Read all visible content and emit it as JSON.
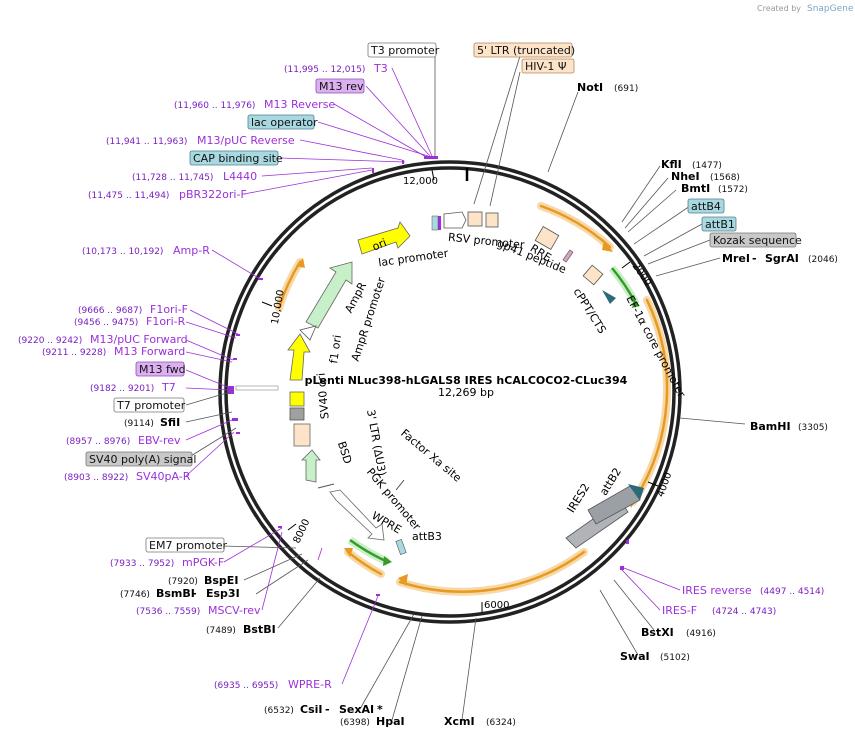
{
  "plasmid": {
    "name": "pLenti NLuc398-hLGALS8 IRES hCALCOCO2-CLuc394",
    "size": "12,269 bp"
  },
  "credit": {
    "prefix": "Created by",
    "brand": "SnapGene"
  },
  "ticks": [
    "12,000",
    "2000",
    "4000",
    "6000",
    "8000",
    "10,000"
  ],
  "boxed_labels": [
    {
      "id": "t3-promoter",
      "text": "T3 promoter",
      "style": "white"
    },
    {
      "id": "ltr-trunc",
      "text": "5' LTR (truncated)",
      "style": "peach"
    },
    {
      "id": "hiv-psi",
      "text": "HIV-1 Ψ",
      "style": "peach"
    },
    {
      "id": "m13-rev",
      "text": "M13 rev",
      "style": "purple"
    },
    {
      "id": "lac-operator",
      "text": "lac operator",
      "style": "teal"
    },
    {
      "id": "cap-site",
      "text": "CAP binding site",
      "style": "teal"
    },
    {
      "id": "attb4",
      "text": "attB4",
      "style": "teal"
    },
    {
      "id": "attb1",
      "text": "attB1",
      "style": "teal"
    },
    {
      "id": "kozak",
      "text": "Kozak sequence",
      "style": "gray"
    },
    {
      "id": "m13-fwd",
      "text": "M13 fwd",
      "style": "purple"
    },
    {
      "id": "t7-promoter",
      "text": "T7 promoter",
      "style": "white"
    },
    {
      "id": "sv40-polya",
      "text": "SV40 poly(A) signal",
      "style": "gray"
    },
    {
      "id": "em7-promoter",
      "text": "EM7 promoter",
      "style": "white"
    }
  ],
  "primers": [
    {
      "pos": "(11,995 .. 12,015)",
      "name": "T3"
    },
    {
      "pos": "(11,960 .. 11,976)",
      "name": "M13 Reverse"
    },
    {
      "pos": "(11,941 .. 11,963)",
      "name": "M13/pUC Reverse"
    },
    {
      "pos": "(11,728 .. 11,745)",
      "name": "L4440"
    },
    {
      "pos": "(11,475 .. 11,494)",
      "name": "pBR322ori-F"
    },
    {
      "pos": "(10,173 .. 10,192)",
      "name": "Amp-R"
    },
    {
      "pos": "(9666 .. 9687)",
      "name": "F1ori-F"
    },
    {
      "pos": "(9456 .. 9475)",
      "name": "F1ori-R"
    },
    {
      "pos": "(9220 .. 9242)",
      "name": "M13/pUC Forward"
    },
    {
      "pos": "(9211 .. 9228)",
      "name": "M13 Forward"
    },
    {
      "pos": "(9182 .. 9201)",
      "name": "T7"
    },
    {
      "pos": "(8957 .. 8976)",
      "name": "EBV-rev"
    },
    {
      "pos": "(8903 .. 8922)",
      "name": "SV40pA-R"
    },
    {
      "pos": "(7933 .. 7952)",
      "name": "mPGK-F"
    },
    {
      "pos": "(7536 .. 7559)",
      "name": "MSCV-rev"
    },
    {
      "pos": "(6935 .. 6955)",
      "name": "WPRE-R"
    },
    {
      "pos": "(4497 .. 4514)",
      "name": "IRES reverse"
    },
    {
      "pos": "(4724 .. 4743)",
      "name": "IRES-F"
    }
  ],
  "enzymes": [
    {
      "name": "NotI",
      "pos": "(691)"
    },
    {
      "name": "KflI",
      "pos": "(1477)"
    },
    {
      "name": "NheI",
      "pos": "(1568)"
    },
    {
      "name": "BmtI",
      "pos": "(1572)"
    },
    {
      "name": "MreI",
      "sep": " - ",
      "name2": "SgrAI",
      "pos": "(2046)"
    },
    {
      "name": "BamHI",
      "pos": "(3305)"
    },
    {
      "name": "BstXI",
      "pos": "(4916)"
    },
    {
      "name": "SwaI",
      "pos": "(5102)"
    },
    {
      "name": "XcmI",
      "pos": "(6324)"
    },
    {
      "name": "HpaI",
      "pos": "(6398)"
    },
    {
      "name": "CsiI",
      "sep": " - ",
      "name2": "SexAI",
      "star": "*",
      "pos": "(6532)"
    },
    {
      "name": "BstBI",
      "pos": "(7489)"
    },
    {
      "name": "BsmBI",
      "sep": " - ",
      "name2": "Esp3I",
      "pos": "(7746)"
    },
    {
      "name": "BspEI",
      "pos": "(7920)"
    },
    {
      "name": "SfiI",
      "pos": "(9114)"
    }
  ],
  "features": [
    {
      "id": "ori",
      "text": "ori"
    },
    {
      "id": "lac-promoter",
      "text": "lac promoter"
    },
    {
      "id": "rsv-promoter",
      "text": "RSV promoter"
    },
    {
      "id": "rre",
      "text": "RRE"
    },
    {
      "id": "gp41",
      "text": "gp41 peptide"
    },
    {
      "id": "cppt",
      "text": "cPPT/CTS"
    },
    {
      "id": "ef1a",
      "text": "EF-1α core promoter"
    },
    {
      "id": "ampr",
      "text": "AmpR"
    },
    {
      "id": "ampr-promoter",
      "text": "AmpR promoter"
    },
    {
      "id": "f1-ori",
      "text": "f1 ori"
    },
    {
      "id": "sv40-ori",
      "text": "SV40 ori"
    },
    {
      "id": "ltr3",
      "text": "3' LTR (ΔU3)"
    },
    {
      "id": "bsd",
      "text": "BSD"
    },
    {
      "id": "factor-xa",
      "text": "Factor Xa site"
    },
    {
      "id": "pgk-promoter",
      "text": "PGK promoter"
    },
    {
      "id": "wpre",
      "text": "WPRE"
    },
    {
      "id": "attb3",
      "text": "attB3"
    },
    {
      "id": "ires2",
      "text": "IRES2"
    },
    {
      "id": "attb2",
      "text": "attB2"
    }
  ],
  "colors": {
    "peach": "#fde3c8",
    "teal": "#a8d8e0",
    "purple": "#dcb0f0",
    "gray": "#c8c8c8",
    "primer": "#9b30d9",
    "orf": "#f0a830",
    "yellow": "#ffff00",
    "green": "#c8f0c8"
  }
}
